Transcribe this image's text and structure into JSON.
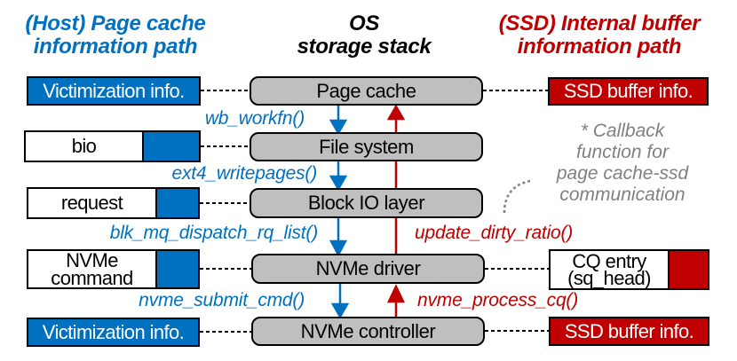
{
  "headers": {
    "host": [
      "(Host) Page cache",
      "information path"
    ],
    "os": [
      "OS",
      "storage stack"
    ],
    "ssd": [
      "(SSD) Internal buffer",
      "information path"
    ]
  },
  "layers": [
    "Page cache",
    "File system",
    "Block IO layer",
    "NVMe driver",
    "NVMe controller"
  ],
  "host_boxes": [
    "Victimization info.",
    "bio",
    "request",
    "NVMe command",
    "Victimization info."
  ],
  "ssd_boxes": {
    "top": "SSD buffer info.",
    "cq_line1": "CQ entry",
    "cq_line2": "(sq_head)",
    "bottom": "SSD buffer info."
  },
  "down_functions": [
    "wb_workfn()",
    "ext4_writepages()",
    "blk_mq_dispatch_rq_list()",
    "nvme_submit_cmd()"
  ],
  "up_functions": [
    "update_dirty_ratio()",
    "nvme_process_cq()"
  ],
  "note": [
    "* Callback",
    "function for",
    "page cache-ssd",
    "communication"
  ],
  "colors": {
    "host": "#0070c0",
    "ssd": "#c00000",
    "layer": "#bfbfbf",
    "note": "#808080"
  }
}
